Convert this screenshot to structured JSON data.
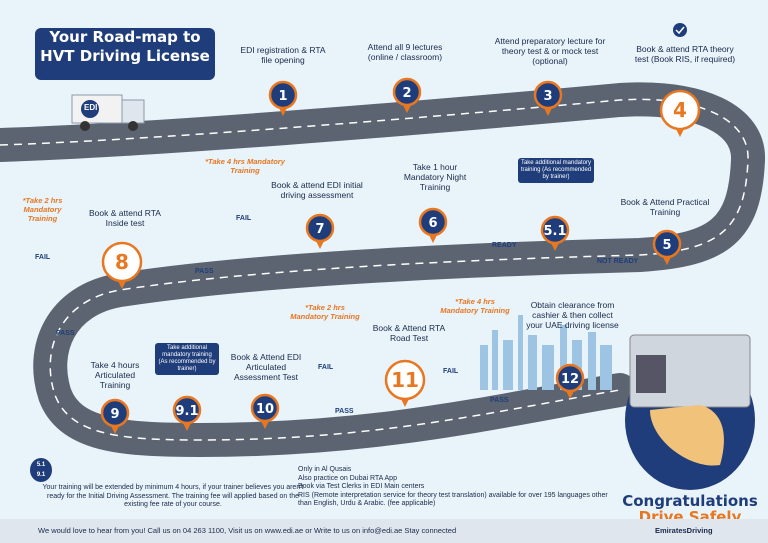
{
  "title": {
    "line1": "Your Road-map to",
    "line2": "HVT Driving License"
  },
  "truck_logo": "EDI",
  "steps": [
    {
      "num": "1",
      "label": "EDI registration & RTA file opening"
    },
    {
      "num": "2",
      "label": "Attend all 9 lectures (online / classroom)"
    },
    {
      "num": "3",
      "label": "Attend preparatory lecture for theory test & or mock test (optional)"
    },
    {
      "num": "4",
      "label": "Book & attend RTA theory test (Book RIS, if required)"
    },
    {
      "num": "5",
      "label": "Book & Attend Practical Training"
    },
    {
      "num": "5.1",
      "label": "Take additional mandatory training (As recommended by trainer)"
    },
    {
      "num": "6",
      "label": "Take 1 hour Mandatory Night Training"
    },
    {
      "num": "7",
      "label": "Book & attend EDI initial driving assessment"
    },
    {
      "num": "8",
      "label": "Book & attend RTA Inside test"
    },
    {
      "num": "9",
      "label": "Take 4 hours Articulated Training"
    },
    {
      "num": "9.1",
      "label": "Take additional mandatory training (As recommended by trainer)"
    },
    {
      "num": "10",
      "label": "Book & Attend EDI Articulated Assessment Test"
    },
    {
      "num": "11",
      "label": "Book & Attend RTA Road Test"
    },
    {
      "num": "12",
      "label": "Obtain clearance from cashier & then collect your UAE driving license"
    }
  ],
  "notes": {
    "fail7": "*Take 4 hrs Mandatory Training",
    "fail8": "*Take 2 hrs Mandatory Training",
    "fail10": "*Take 2 hrs Mandatory Training",
    "fail11": "*Take 4 hrs Mandatory Training"
  },
  "tags": {
    "fail": "FAIL",
    "pass": "PASS",
    "ready": "READY",
    "not_ready": "NOT READY",
    "star": "*"
  },
  "legend": {
    "badge_top": "5.1",
    "badge_bottom": "9.1",
    "badge_text": "Your training will be extended by minimum 4 hours, if your trainer believes you aren't ready for the Initial Driving Assessment. The training fee will applied based on the existing fee rate of your course.",
    "items": [
      "Only in Al Qusais",
      "Also practice on Dubai RTA App",
      "Book via Test Clerks in EDI Main centers",
      "RIS (Remote interpretation service for theory test translation) available for over 195 languages other than English, Urdu & Arabic. (fee applicable)"
    ]
  },
  "congrats": {
    "line1": "Congratulations",
    "line2": "Drive Safely"
  },
  "footer": {
    "text": "We would love to hear from you! Call us on 04 263 1100, Visit us on www.edi.ae or Write to us on info@edi.ae Stay connected",
    "handle": "EmiratesDriving"
  },
  "colors": {
    "road": "#5b6470",
    "pin": "#1f3d7a",
    "accent": "#e87722",
    "title_bg": "#1f3d7a"
  }
}
